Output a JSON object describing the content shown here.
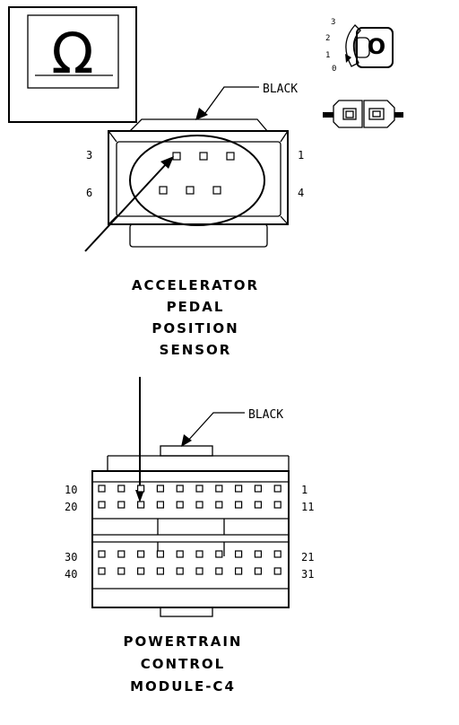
{
  "app_sensor": {
    "color_label": "BLACK",
    "pins_left": [
      "3",
      "6"
    ],
    "pins_right": [
      "1",
      "4"
    ],
    "title_lines": [
      "ACCELERATOR",
      "PEDAL",
      "POSITION",
      "SENSOR"
    ]
  },
  "pcm": {
    "color_label": "BLACK",
    "pins_left": [
      "10",
      "20",
      "30",
      "40"
    ],
    "pins_right": [
      "1",
      "11",
      "21",
      "31"
    ],
    "title_lines": [
      "POWERTRAIN",
      "CONTROL",
      "MODULE-C4"
    ]
  },
  "ignition_key": {
    "positions": [
      "3",
      "2",
      "1",
      "0"
    ],
    "key_symbol": "O"
  },
  "legend_symbol": "Ω"
}
